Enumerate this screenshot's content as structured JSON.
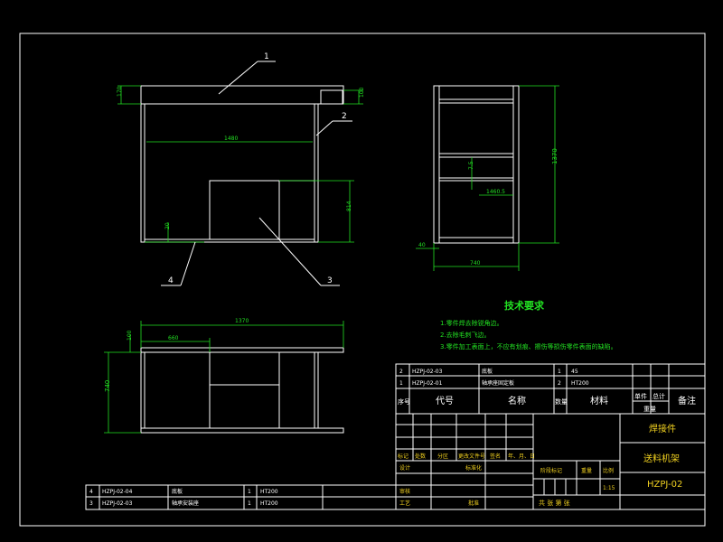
{
  "views": {
    "front": {
      "dims": {
        "height_left": "170",
        "width_inner": "1480",
        "height_right_top": "100",
        "height_right": "814",
        "bottom": "20"
      },
      "balloons": {
        "b1": "1",
        "b2": "2",
        "b3": "3",
        "b4": "4"
      }
    },
    "side": {
      "dims": {
        "height": "1370",
        "mid": "7.5",
        "inner_w": "1460.5",
        "offset": "40",
        "width": "740"
      }
    },
    "top": {
      "dims": {
        "overall": "1370",
        "left": "660",
        "small": "100",
        "height": "740"
      }
    }
  },
  "tech": {
    "title": "技术要求",
    "items": [
      "1.零件焊去除锐角边。",
      "2.去除毛刺飞边。",
      "3.零件加工表面上，不应有划痕、擦伤等损伤零件表面的缺陷。"
    ]
  },
  "bom": {
    "rows": [
      {
        "no": "2",
        "code": "HZPJ-02-03",
        "name": "底板",
        "qty": "1",
        "material": "45"
      },
      {
        "no": "1",
        "code": "HZPJ-02-01",
        "name": "轴承座固定板",
        "qty": "2",
        "material": "HT200"
      }
    ],
    "header": {
      "no": "序号",
      "code": "代号",
      "name": "名称",
      "qty": "数量",
      "material": "材料",
      "unit": "单件",
      "total": "总计",
      "weight": "重量",
      "remark": "备注"
    }
  },
  "lower_bom": {
    "rows": [
      {
        "no": "4",
        "code": "HZPJ-02-04",
        "name": "底板",
        "qty": "1",
        "material": "HT200"
      },
      {
        "no": "3",
        "code": "HZPJ-02-03",
        "name": "轴承安装座",
        "qty": "1",
        "material": "HT200"
      }
    ]
  },
  "title_block": {
    "type": "焊接件",
    "name": "送料机架",
    "code": "HZPJ-02",
    "revision_labels": [
      "标记",
      "处数",
      "分区",
      "更改文件号",
      "签名",
      "年、月、日"
    ],
    "design": "设计",
    "standardize": "标准化",
    "review": "审核",
    "process": "工艺",
    "approve": "批准",
    "stage": "阶段标记",
    "weight": "重量",
    "scale": "比例",
    "scale_value": "1:15",
    "sheets": "共  张  第  张"
  }
}
